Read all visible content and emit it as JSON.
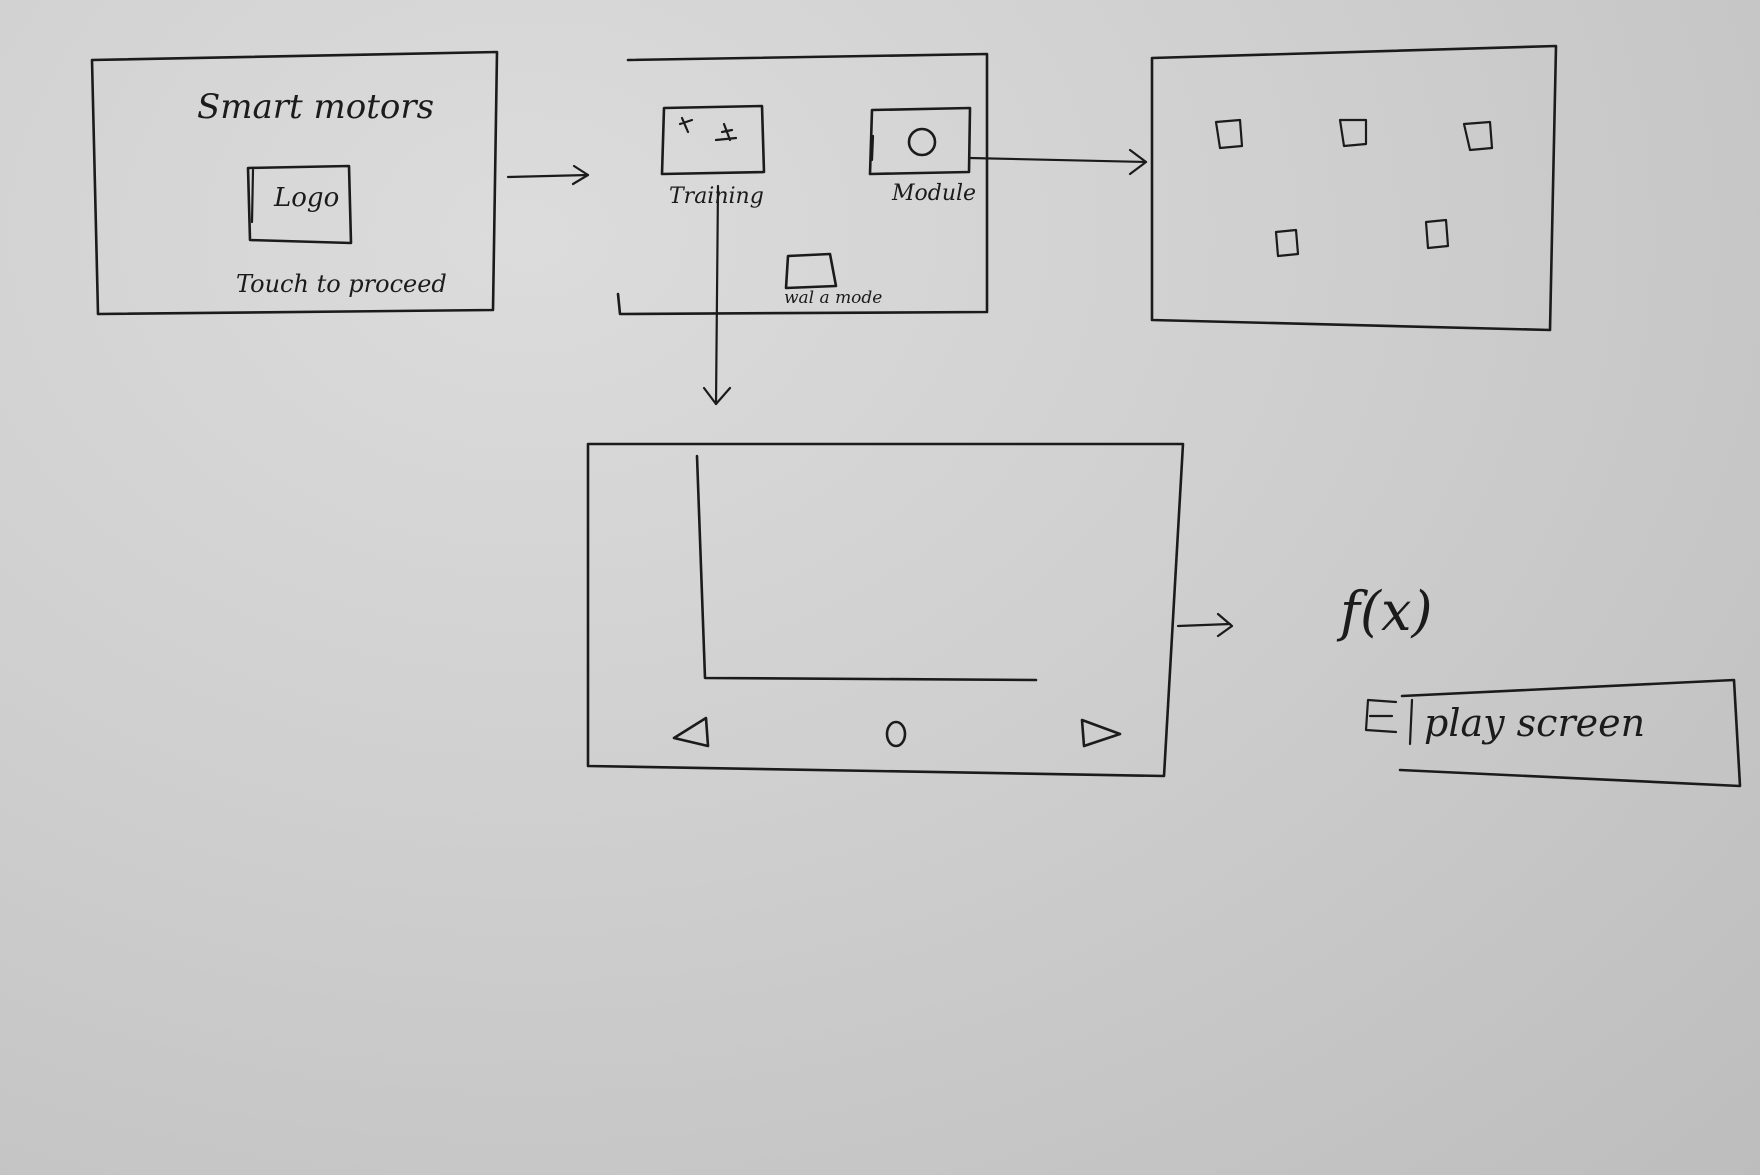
{
  "splash_screen": {
    "title": "Smart motors",
    "logo_label": "Logo",
    "footer": "Touch to proceed"
  },
  "menu_screen": {
    "training_label": "Training",
    "module_label": "Module",
    "third_label": "wal a mode"
  },
  "training_screen": {
    "back_icon": "play-left-icon",
    "center_icon": "circle-icon",
    "forward_icon": "play-right-icon"
  },
  "function_label": "f(x)",
  "display_box": {
    "label": "play screen"
  }
}
